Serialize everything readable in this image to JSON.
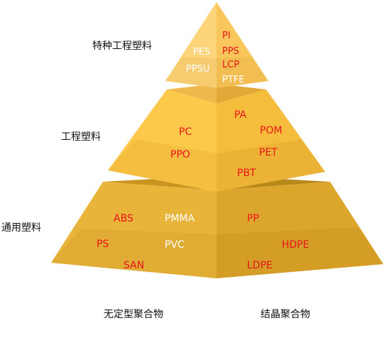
{
  "colors": {
    "red": "#e8141c",
    "white": "#ffffff",
    "dark": "#111111",
    "top_left": "#fdd47a",
    "top_right": "#f8c65a",
    "mid_left": "#fcc94a",
    "mid_right": "#f6bd3c",
    "bot_left": "#e8b43a",
    "bot_right": "#dca62d"
  },
  "tiers": {
    "top": {
      "name": "特种工程塑料",
      "amorphous": [
        "PES",
        "PPSU"
      ],
      "crystalline": [
        "PI",
        "PPS",
        "LCP",
        "PTFE"
      ]
    },
    "middle": {
      "name": "工程塑料",
      "amorphous": [
        "PC",
        "PPO"
      ],
      "crystalline": [
        "PA",
        "POM",
        "PET",
        "PBT"
      ]
    },
    "bottom": {
      "name": "通用塑料",
      "amorphous": [
        "ABS",
        "PMMA",
        "PS",
        "PVC",
        "SAN"
      ],
      "crystalline": [
        "PP",
        "HDPE",
        "LDPE"
      ]
    }
  },
  "columns": {
    "left": "无定型聚合物",
    "right": "结晶聚合物"
  }
}
